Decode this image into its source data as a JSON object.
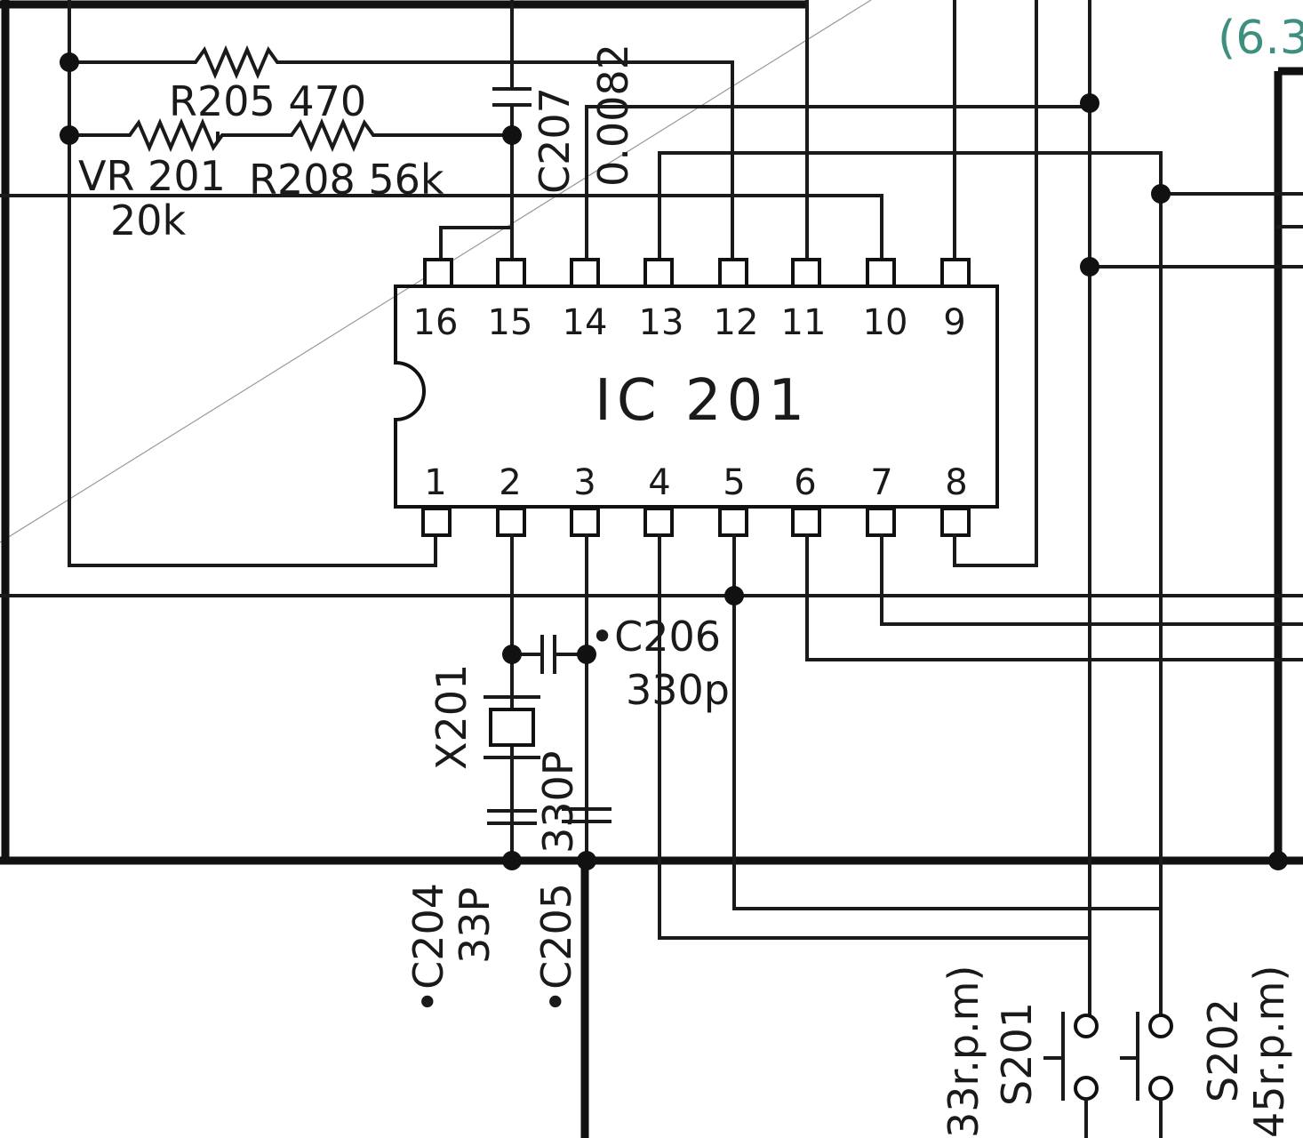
{
  "ic": {
    "name": "IC 201",
    "top_pins": [
      "16",
      "15",
      "14",
      "13",
      "12",
      "11",
      "10",
      "9"
    ],
    "bottom_pins": [
      "1",
      "2",
      "3",
      "4",
      "5",
      "6",
      "7",
      "8"
    ]
  },
  "labels": {
    "r205": "R205 470",
    "vr201": "VR 201",
    "vr201_value": "20k",
    "r208": "R208 56k",
    "c207": "C207",
    "c207_value": "0.0082",
    "c206": "•C206",
    "c206_value": "330p",
    "x201": "X201",
    "c205_value": "330P",
    "c204": "•C204",
    "c204_value": "33P",
    "c205": "•C205",
    "s201": "S201",
    "s201_speed": "33r.p.m)",
    "s202": "S202",
    "s202_speed": "45r.p.m)",
    "corner_note": "(6.3"
  },
  "colors": {
    "ink": "#1a1a1a",
    "accent": "#3f8f80"
  }
}
